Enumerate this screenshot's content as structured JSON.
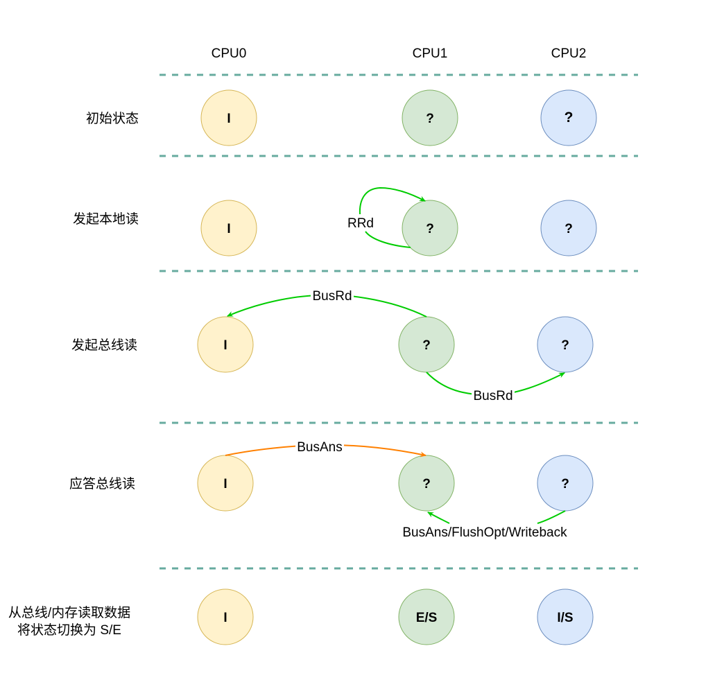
{
  "cpus": [
    "CPU0",
    "CPU1",
    "CPU2"
  ],
  "colors": {
    "divider": "#67AB9F",
    "green_edge": "#00CC00",
    "orange_edge": "#FF8000",
    "cpu0_fill": "#FFF2CC",
    "cpu0_stroke": "#D6B656",
    "cpu1_fill": "#D5E8D4",
    "cpu1_stroke": "#82B366",
    "cpu2_fill": "#DAE8FC",
    "cpu2_stroke": "#6C8EBF"
  },
  "rows": [
    {
      "label": [
        "初始状态"
      ],
      "states": [
        "I",
        "?",
        "?"
      ]
    },
    {
      "label": [
        "发起本地读"
      ],
      "states": [
        "I",
        "?",
        "?"
      ]
    },
    {
      "label": [
        "发起总线读"
      ],
      "states": [
        "I",
        "?",
        "?"
      ]
    },
    {
      "label": [
        "应答总线读"
      ],
      "states": [
        "I",
        "?",
        "?"
      ]
    },
    {
      "label": [
        "从总线/内存读取数据",
        "将状态切换为 S/E"
      ],
      "states": [
        "I",
        "E/S",
        "I/S"
      ]
    }
  ],
  "edges": [
    {
      "row": 1,
      "from": "CPU1",
      "to": "CPU1",
      "label": "RRd",
      "color": "green"
    },
    {
      "row": 2,
      "from": "CPU1",
      "to": "CPU0",
      "label": "BusRd",
      "color": "green"
    },
    {
      "row": 2,
      "from": "CPU1",
      "to": "CPU2",
      "label": "BusRd",
      "color": "green"
    },
    {
      "row": 3,
      "from": "CPU0",
      "to": "CPU1",
      "label": "BusAns",
      "color": "orange"
    },
    {
      "row": 3,
      "from": "CPU2",
      "to": "CPU1",
      "label": "BusAns/FlushOpt/Writeback",
      "color": "green"
    }
  ]
}
